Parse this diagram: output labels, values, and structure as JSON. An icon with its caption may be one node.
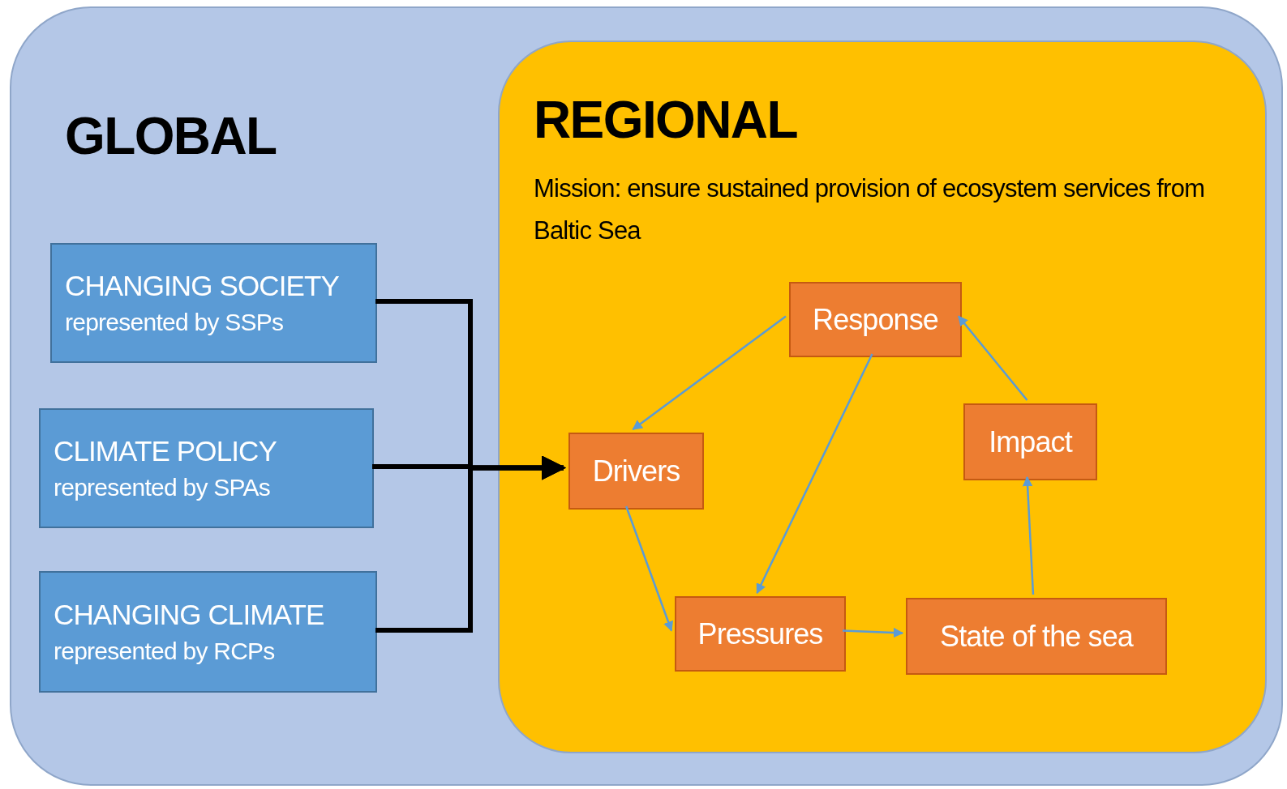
{
  "diagram": {
    "nodes": [
      {
        "text": [
          "GLOBAL"
        ]
      },
      {
        "text": [
          "REGIONAL",
          "Mission: ensure sustained provision of ecosystem services from Baltic Sea"
        ],
        "in": 0
      },
      {
        "text": [
          "CHANGING SOCIETY",
          "represented by SSPs"
        ],
        "in": 0
      },
      {
        "text": [
          "CLIMATE POLICY",
          "represented by SPAs"
        ],
        "in": 0
      },
      {
        "text": [
          "CHANGING CLIMATE",
          "represented by RCPs"
        ],
        "in": 0
      },
      {
        "text": [
          "Response"
        ],
        "in": 1
      },
      {
        "text": [
          "Drivers"
        ],
        "in": 1
      },
      {
        "text": [
          "Impact"
        ],
        "in": 1
      },
      {
        "text": [
          "Pressures"
        ],
        "in": 1
      },
      {
        "text": [
          "State of the sea"
        ],
        "in": 1
      }
    ],
    "edges": [
      {
        "from": 2,
        "to": 6,
        "arrow": "to",
        "style": "thick",
        "color": "#000000"
      },
      {
        "from": 3,
        "to": 6,
        "arrow": "to",
        "style": "thick",
        "color": "#000000"
      },
      {
        "from": 4,
        "to": 6,
        "arrow": "to",
        "style": "thick",
        "color": "#000000"
      },
      {
        "from": 5,
        "to": 6,
        "arrow": "to"
      },
      {
        "from": 5,
        "to": 8,
        "arrow": "to"
      },
      {
        "from": 6,
        "to": 8,
        "arrow": "to"
      },
      {
        "from": 8,
        "to": 9,
        "arrow": "to"
      },
      {
        "from": 9,
        "to": 7,
        "arrow": "to"
      },
      {
        "from": 7,
        "to": 5,
        "arrow": "to"
      }
    ]
  }
}
